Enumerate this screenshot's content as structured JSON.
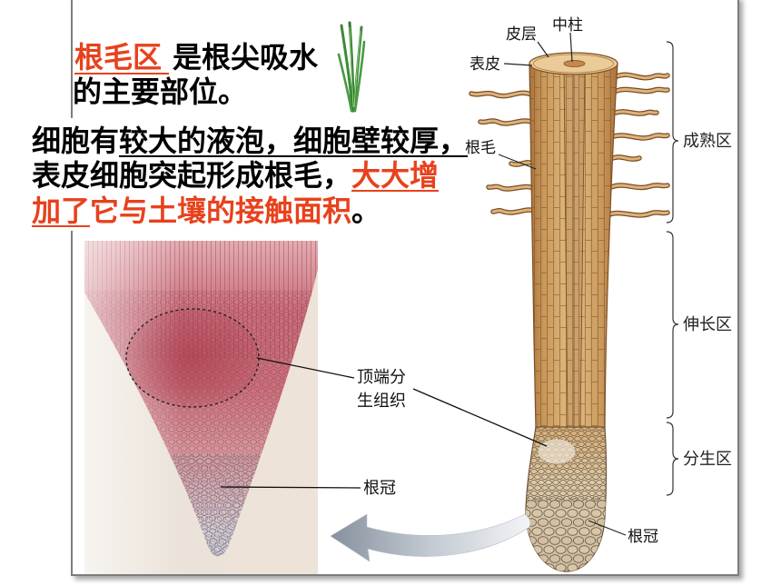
{
  "slide": {
    "title_line": {
      "highlight": "根毛区",
      "text": "是根尖吸水"
    },
    "line2": "的主要部位。",
    "line3": {
      "prefix": "细胞有",
      "underlined": "较大的液泡，细胞壁较厚，"
    },
    "line4": {
      "text": "表皮细胞突起形成根毛，",
      "highlight": "大大增"
    },
    "line5": {
      "highlight_underlined": "加了",
      "highlight": "它与土壤的接触面积",
      "end": "。"
    }
  },
  "root_diagram": {
    "labels": {
      "cortex": "皮层",
      "stele": "中柱",
      "epidermis": "表皮",
      "root_hair": "根毛",
      "root_cap": "根冠"
    },
    "zones": [
      {
        "name": "成熟区"
      },
      {
        "name": "伸长区"
      },
      {
        "name": "分生区"
      }
    ]
  },
  "micrograph": {
    "meristem_label": [
      "顶端分",
      "生组织"
    ],
    "root_cap_label": "根冠"
  },
  "icons": {
    "grass": "grass-icon",
    "arrow": "curved-arrow-left-icon"
  },
  "colors": {
    "highlight": "#e8411c",
    "text": "#000000",
    "root": "#dcb47c",
    "tissue": "#c76f7a",
    "arrow": "#9aa3ad"
  }
}
